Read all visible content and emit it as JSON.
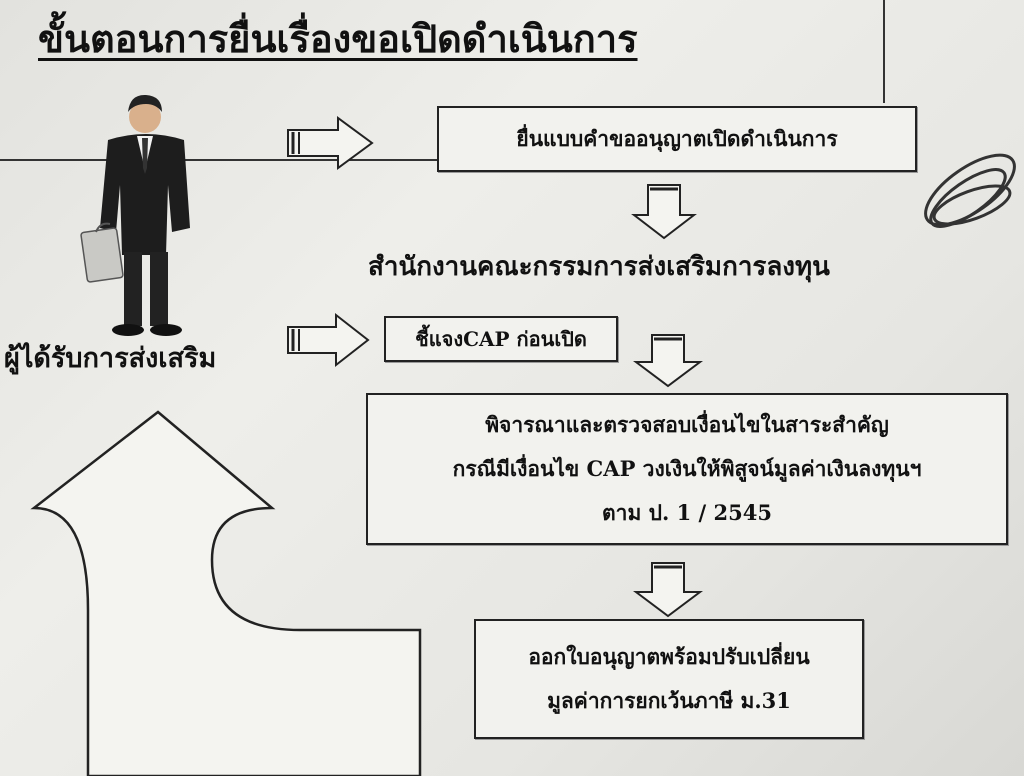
{
  "title": "ขั้นตอนการยื่นเรื่องขอเปิดดำเนินการ",
  "steps": {
    "submit_form": "ยื่นแบบคำขออนุญาตเปิดดำเนินการ",
    "agency": "สำนักงานคณะกรรมการส่งเสริมการลงทุน",
    "explain_cap": "ชี้แจงCAP ก่อนเปิด",
    "review": {
      "line1": "พิจารณาและตรวจสอบเงื่อนไขในสาระสำคัญ",
      "line2": "กรณีมีเงื่อนไข CAP วงเงินให้พิสูจน์มูลค่าเงินลงทุนฯ",
      "line3": "ตาม ป. 1 / 2545"
    },
    "issue_license": {
      "line1": "ออกใบอนุญาตพร้อมปรับเปลี่ยน",
      "line2": "มูลค่าการยกเว้นภาษี ม.31"
    }
  },
  "actor": {
    "label": "ผู้ได้รับการส่งเสริม",
    "icon": "businessman-icon"
  }
}
